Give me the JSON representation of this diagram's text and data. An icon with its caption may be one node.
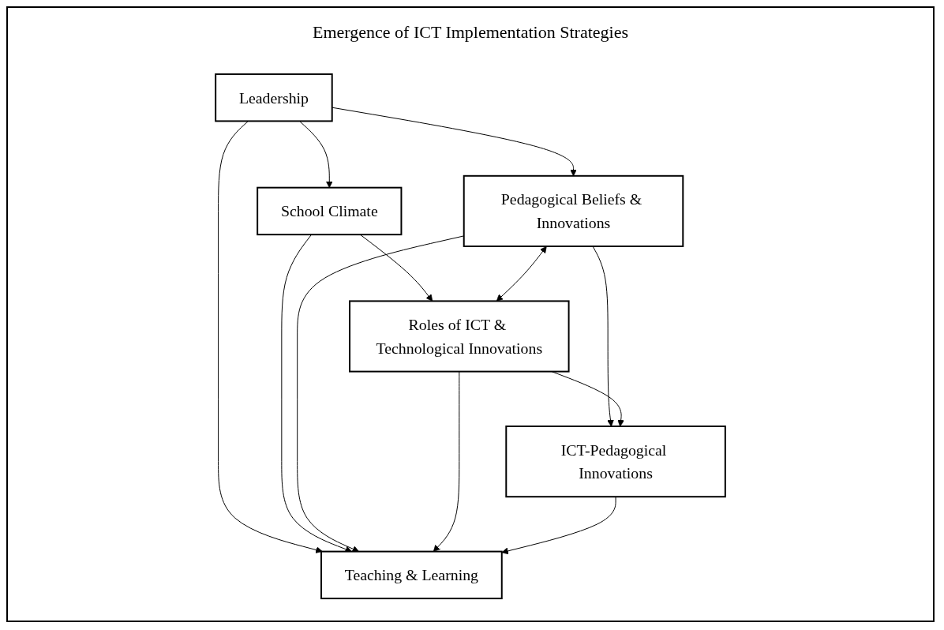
{
  "diagram": {
    "title": "Emergence of ICT Implementation Strategies",
    "nodes": [
      {
        "text": [
          "Leadership"
        ]
      },
      {
        "text": [
          "School Climate"
        ]
      },
      {
        "text": [
          "Teaching & Learning"
        ]
      },
      {
        "text": [
          "ICT-Pedagogical Innovations"
        ]
      },
      {
        "text": [
          "Pedagogical Beliefs & Innovations"
        ]
      },
      {
        "text": [
          "Roles of ICT & Technological Innovations"
        ]
      }
    ],
    "edges": [
      {
        "from": 0,
        "to": 1,
        "arrow": "to"
      },
      {
        "from": 0,
        "to": 2,
        "arrow": "to"
      },
      {
        "from": 1,
        "to": 2,
        "arrow": "to"
      },
      {
        "from": 0,
        "to": 4,
        "arrow": "to"
      },
      {
        "from": 1,
        "to": 5,
        "arrow": "to"
      },
      {
        "from": 4,
        "to": 2,
        "arrow": "to"
      },
      {
        "from": 5,
        "to": 2,
        "arrow": "to"
      },
      {
        "from": 3,
        "to": 2,
        "arrow": "to"
      },
      {
        "from": 4,
        "to": 3,
        "arrow": "to"
      },
      {
        "from": 5,
        "to": 3,
        "arrow": "to"
      },
      {
        "from": 4,
        "to": 5,
        "arrow": "both"
      }
    ]
  }
}
